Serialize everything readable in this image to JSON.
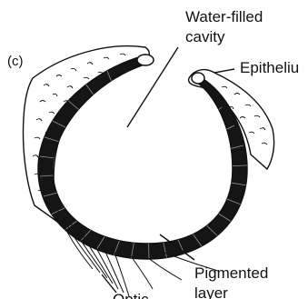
{
  "figure": {
    "panel_label": "(c)",
    "labels": {
      "cavity_line1": "Water-filled",
      "cavity_line2": "cavity",
      "epithelium": "Epitheliu",
      "pigmented_line1": "Pigmented",
      "pigmented_line2": "layer",
      "optic": "Optic"
    },
    "colors": {
      "ink": "#111111",
      "background": "#ffffff"
    }
  }
}
